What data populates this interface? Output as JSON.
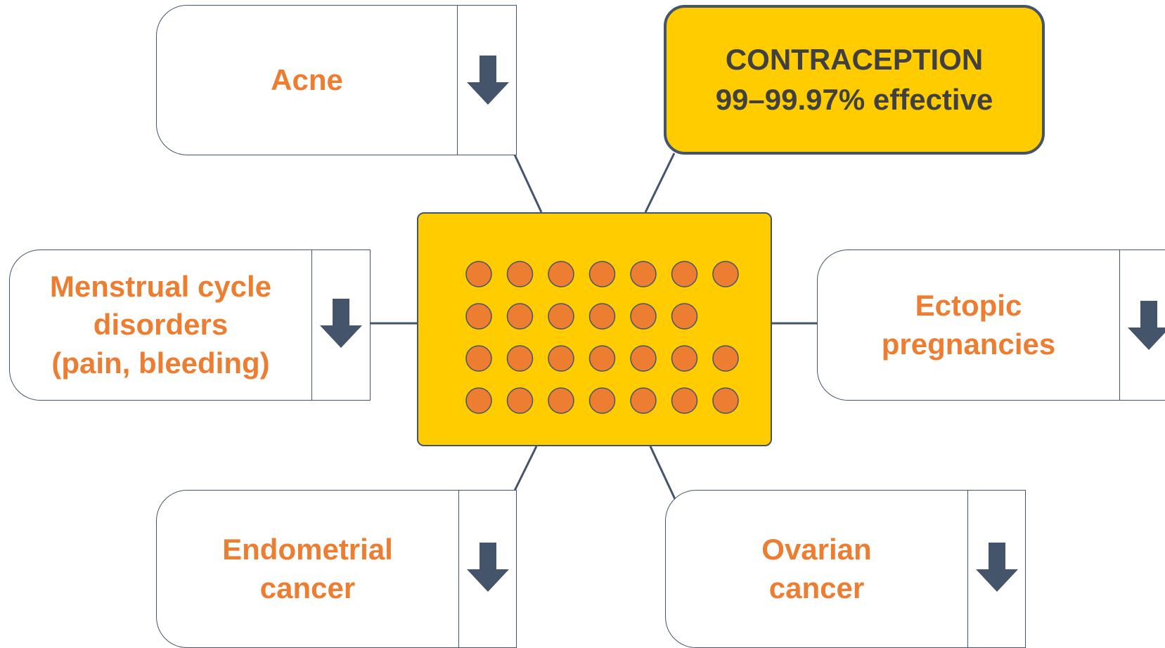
{
  "colors": {
    "accent_orange": "#ed7d31",
    "pack_yellow": "#ffcc00",
    "outline_slate": "#44546a",
    "text_dark": "#404040"
  },
  "center": {
    "pill_rows": [
      7,
      6,
      7,
      7
    ]
  },
  "contraception": {
    "title": "CONTRACEPTION",
    "subtitle": "99–99.97% effective"
  },
  "benefits": [
    {
      "id": "acne",
      "lines": [
        "Acne"
      ],
      "indicator_icon": "down-arrow-icon"
    },
    {
      "id": "menstrual",
      "lines": [
        "Menstrual cycle",
        "disorders",
        "(pain, bleeding)"
      ],
      "indicator_icon": "down-arrow-icon"
    },
    {
      "id": "ectopic",
      "lines": [
        "Ectopic",
        "pregnancies"
      ],
      "indicator_icon": "down-arrow-icon"
    },
    {
      "id": "endometrial",
      "lines": [
        "Endometrial",
        "cancer"
      ],
      "indicator_icon": "down-arrow-icon"
    },
    {
      "id": "ovarian",
      "lines": [
        "Ovarian",
        "cancer"
      ],
      "indicator_icon": "down-arrow-icon"
    }
  ]
}
